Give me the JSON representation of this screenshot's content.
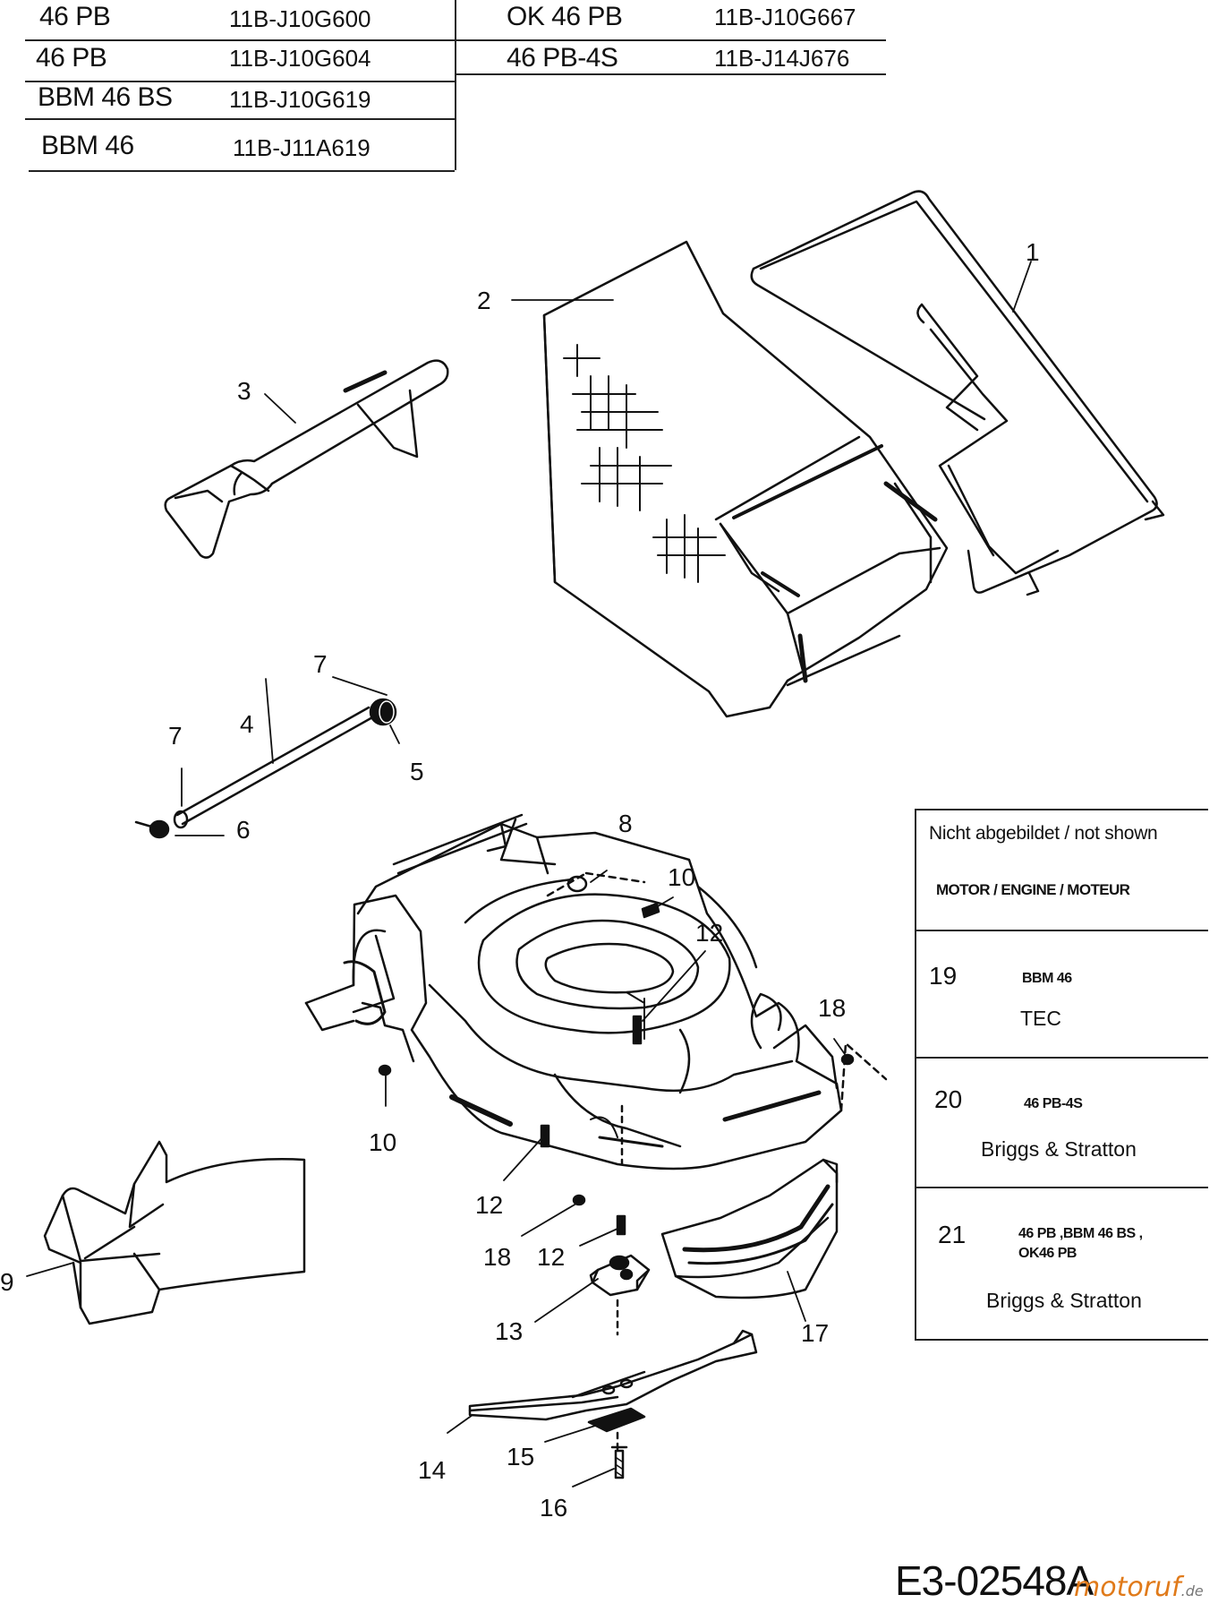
{
  "models": [
    {
      "model": "46 PB",
      "code": "11B-J10G600"
    },
    {
      "model": "46 PB",
      "code": "11B-J10G604"
    },
    {
      "model": "BBM 46 BS",
      "code": "11B-J10G619"
    },
    {
      "model": "BBM 46",
      "code": "11B-J11A619"
    },
    {
      "model": "OK 46 PB",
      "code": "11B-J10G667"
    },
    {
      "model": "46 PB-4S",
      "code": "11B-J14J676"
    }
  ],
  "callouts": [
    "1",
    "2",
    "3",
    "4",
    "5",
    "6",
    "7",
    "7",
    "8",
    "9",
    "10",
    "10",
    "12",
    "12",
    "12",
    "13",
    "14",
    "15",
    "16",
    "17",
    "18",
    "18"
  ],
  "legend": {
    "heading": "Nicht abgebildet / not shown",
    "engine": "MOTOR / ENGINE / MOTEUR",
    "items": [
      {
        "num": "19",
        "models": "BBM 46",
        "engine": "TEC"
      },
      {
        "num": "20",
        "models": "46 PB-4S",
        "engine": "Briggs & Stratton"
      },
      {
        "num": "21",
        "models": "46 PB ,BBM 46 BS ,",
        "models2": "OK46 PB",
        "engine": "Briggs & Stratton"
      }
    ]
  },
  "doc_code": "E3-02548A",
  "brand": {
    "name": "motoruf",
    "domain": ".de",
    "color": "#e07a1a"
  }
}
